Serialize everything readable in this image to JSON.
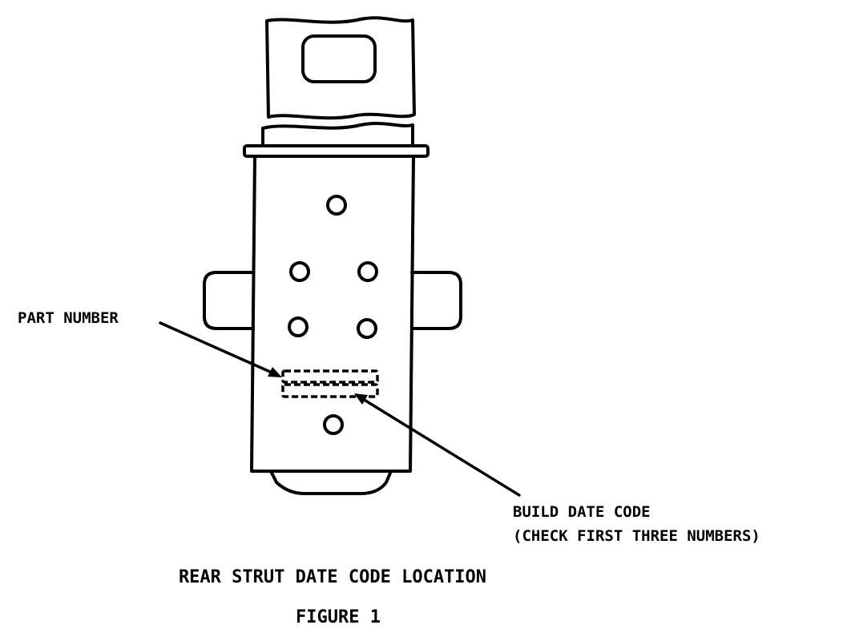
{
  "labels": {
    "part_number": "PART NUMBER",
    "build_date_code": "BUILD DATE CODE",
    "build_date_note": "(CHECK FIRST THREE NUMBERS)"
  },
  "caption": {
    "title": "REAR STRUT DATE CODE LOCATION",
    "figure": "FIGURE 1"
  },
  "colors": {
    "ink": "#000000",
    "paper": "#ffffff"
  }
}
